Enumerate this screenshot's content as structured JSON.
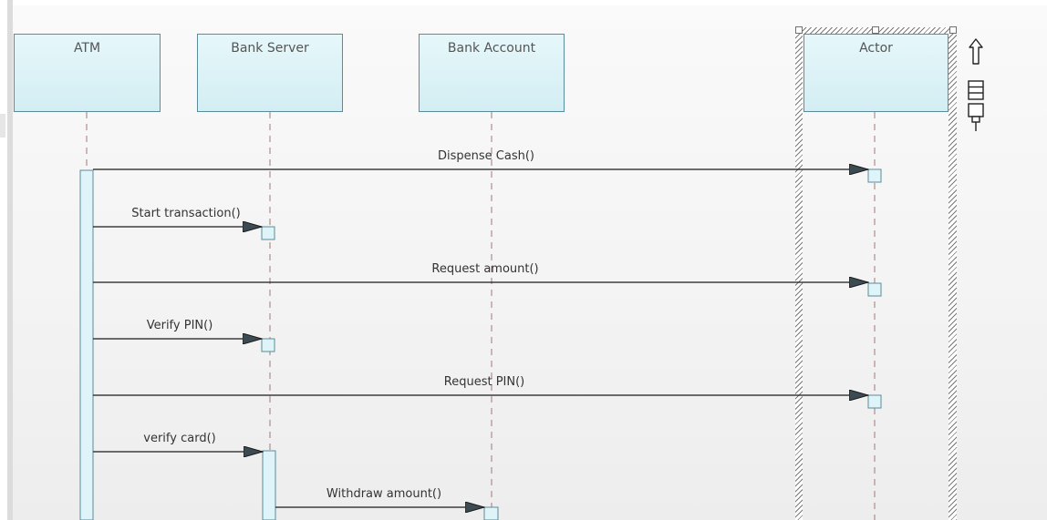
{
  "lifelines": [
    {
      "name": "ATM"
    },
    {
      "name": "Bank Server"
    },
    {
      "name": "Bank Account"
    },
    {
      "name": "Actor"
    }
  ],
  "messages": [
    {
      "label": "Dispense Cash()",
      "from": "ATM",
      "to": "Actor"
    },
    {
      "label": "Start transaction()",
      "from": "ATM",
      "to": "Bank Server"
    },
    {
      "label": "Request amount()",
      "from": "ATM",
      "to": "Actor"
    },
    {
      "label": "Verify PIN()",
      "from": "ATM",
      "to": "Bank Server"
    },
    {
      "label": "Request PIN()",
      "from": "ATM",
      "to": "Actor"
    },
    {
      "label": "verify card()",
      "from": "ATM",
      "to": "Bank Server"
    },
    {
      "label": "Withdraw amount()",
      "from": "Bank Server",
      "to": "Bank Account"
    }
  ],
  "toolbar": {
    "icons": [
      "up-arrow-icon",
      "list-icon",
      "pin-icon"
    ]
  },
  "colors": {
    "lifeline_fill": "#d8f0f4",
    "lifeline_border": "#5a8d99",
    "message_line": "#1a1a1a",
    "arrow_head": "#3c4a52",
    "lifeline_dash": "#a07878",
    "selection_hatch": "#7a7a7a"
  }
}
